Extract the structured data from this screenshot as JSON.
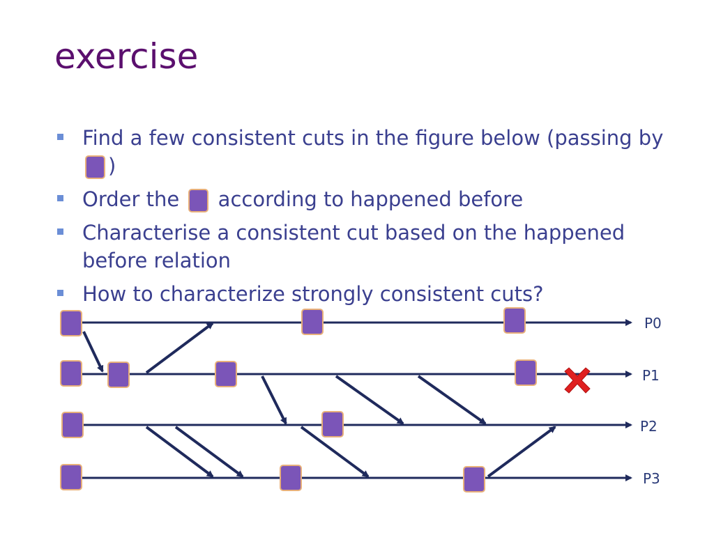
{
  "slide": {
    "title": "exercise",
    "bullets": [
      {
        "text_before": "Find a few consistent cuts in the figure below (passing by",
        "event_marker": true,
        "text_after": ")"
      },
      {
        "text_before": "Order the",
        "event_marker": true,
        "text_after": "according to happened before"
      },
      {
        "text_before": "Characterise a consistent cut based on the happened before relation",
        "event_marker": false,
        "text_after": ""
      },
      {
        "text_before": "How to characterize strongly consistent cuts?",
        "event_marker": false,
        "text_after": ""
      }
    ]
  },
  "diagram": {
    "processes": [
      "P0",
      "P1",
      "P2",
      "P3"
    ],
    "colors": {
      "event": "#7b55b8",
      "event_border": "#e8b07a",
      "line": "#1f2a5c",
      "crash": "#e02020",
      "label": "#2a3a78"
    },
    "crash_process": "P1",
    "crash_icon": "x-icon"
  }
}
